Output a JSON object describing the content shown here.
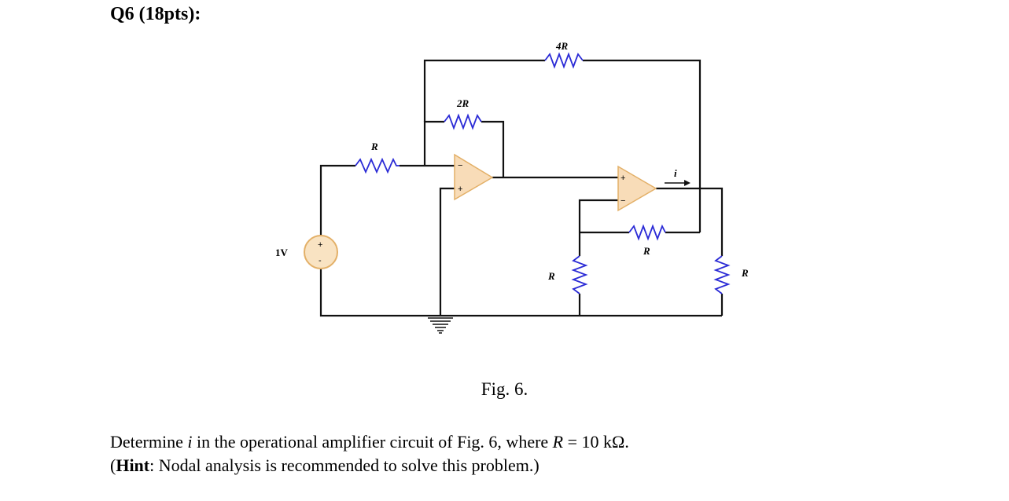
{
  "question": {
    "heading": "Q6 (18pts):",
    "figure_caption": "Fig. 6.",
    "line1_pre": "Determine ",
    "line1_var": "i",
    "line1_mid": " in the operational amplifier circuit of Fig. 6, where ",
    "line1_R": "R",
    "line1_post": " = 10 kΩ.",
    "line2_open": "(",
    "line2_hint": "Hint",
    "line2_rest": ": Nodal analysis is recommended to solve this problem.)"
  },
  "circuit": {
    "source_label": "1V",
    "labels": {
      "r_input": "R",
      "r_2r": "2R",
      "r_4r": "4R",
      "r_feedback": "R",
      "r_ground_mid": "R",
      "r_load": "R",
      "current": "i"
    },
    "colors": {
      "resistor": "#2b2bd6",
      "opamp_fill": "#f8dcb8",
      "opamp_stroke": "#e3b068",
      "wire": "#111111"
    }
  }
}
